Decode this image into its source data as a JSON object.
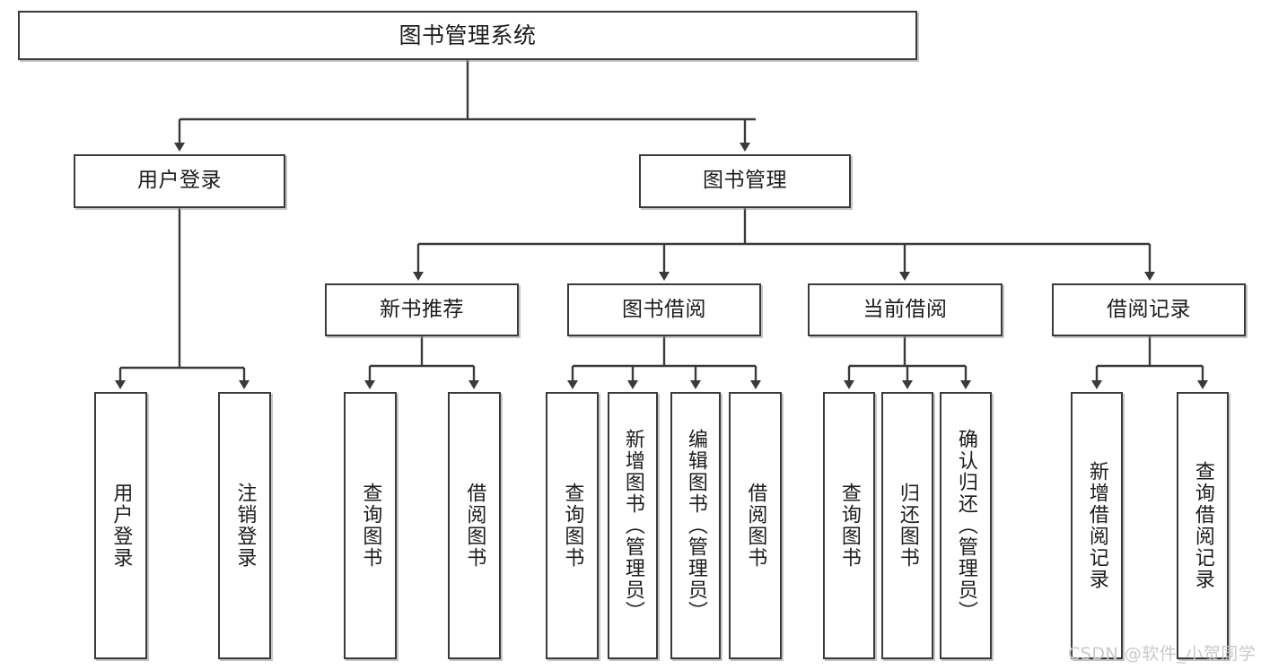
{
  "diagram": {
    "title": "图书管理系统",
    "type": "functional-structure-tree",
    "root": {
      "label": "图书管理系统"
    },
    "level2": [
      {
        "label": "用户登录"
      },
      {
        "label": "图书管理"
      }
    ],
    "level3": [
      {
        "label": "新书推荐"
      },
      {
        "label": "图书借阅"
      },
      {
        "label": "当前借阅"
      },
      {
        "label": "借阅记录"
      }
    ],
    "leaves": {
      "user_login": [
        {
          "label": "用户登录"
        },
        {
          "label": "注销登录"
        }
      ],
      "new_book_recommend": [
        {
          "label": "查询图书"
        },
        {
          "label": "借阅图书"
        }
      ],
      "book_borrow": [
        {
          "label": "查询图书"
        },
        {
          "label": "新增图书（管理员）"
        },
        {
          "label": "编辑图书（管理员）"
        },
        {
          "label": "借阅图书"
        }
      ],
      "current_borrow": [
        {
          "label": "查询图书"
        },
        {
          "label": "归还图书"
        },
        {
          "label": "确认归还（管理员）"
        }
      ],
      "borrow_record": [
        {
          "label": "新增借阅记录"
        },
        {
          "label": "查询借阅记录"
        }
      ]
    }
  },
  "watermark": {
    "text": "CSDN @软件_小贺同学",
    "color": "#c9c9c9"
  },
  "style": {
    "border_color": "#3a3a3a",
    "text_color": "#1c1c1c",
    "background": "#ffffff"
  }
}
